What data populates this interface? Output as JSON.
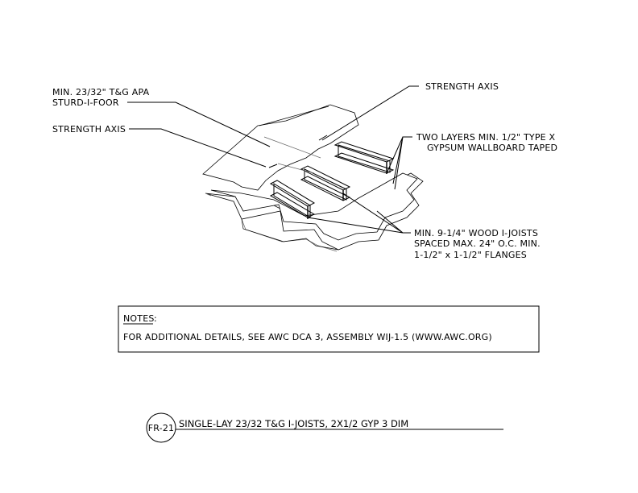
{
  "labels": {
    "sheathing_line1": "MIN. 23/32\" T&G APA",
    "sheathing_line2": "STURD-I-FOOR",
    "strength_axis_left": "STRENGTH AXIS",
    "strength_axis_top": "STRENGTH AXIS",
    "gypsum_line1": "TWO LAYERS MIN. 1/2\" TYPE X",
    "gypsum_line2": "GYPSUM WALLBOARD TAPED",
    "joists_line1": "MIN. 9-1/4\" WOOD I-JOISTS",
    "joists_line2": "SPACED MAX. 24\" O.C. MIN.",
    "joists_line3": "1-1/2\" x 1-1/2\" FLANGES"
  },
  "notes": {
    "heading": "NOTES",
    "heading_suffix": " :",
    "text": "FOR ADDITIONAL DETAILS, SEE AWC DCA 3, ASSEMBLY WIJ-1.5 (WWW.AWC.ORG)"
  },
  "title_block": {
    "badge": "FR-21",
    "title": "SINGLE-LAY 23/32 T&G I-JOISTS, 2X1/2 GYP 3 DIM"
  }
}
